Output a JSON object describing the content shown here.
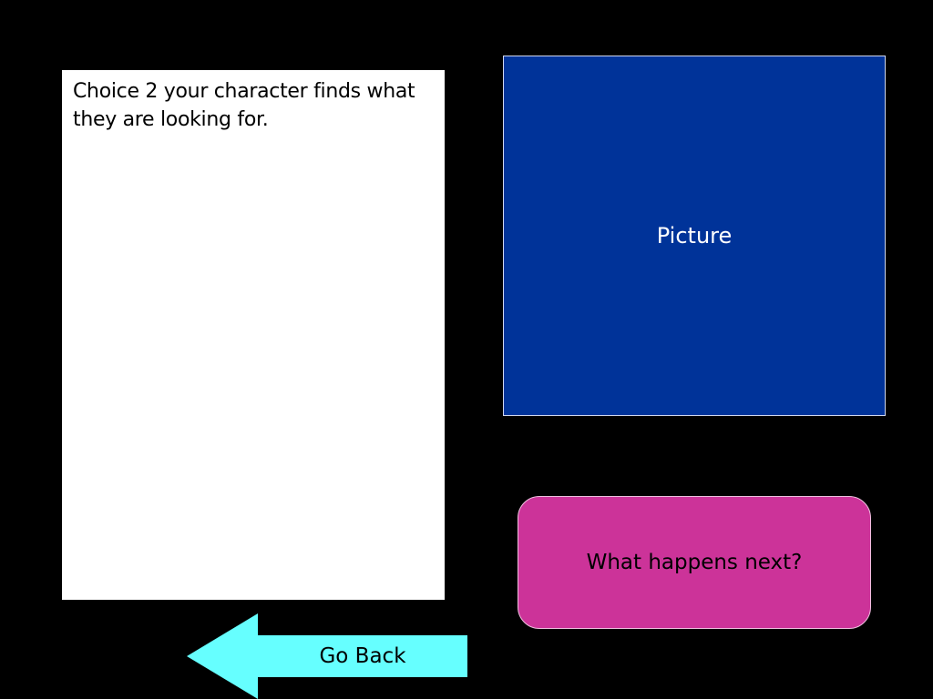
{
  "story": {
    "text": "Choice 2 your character finds what they are looking for."
  },
  "picture": {
    "label": "Picture",
    "color": "#003399"
  },
  "next_button": {
    "label": "What happens next?",
    "color": "#cc3399"
  },
  "back_button": {
    "label": "Go Back",
    "icon": "left-arrow-icon",
    "color": "#66ffff"
  },
  "background_color": "#000000"
}
